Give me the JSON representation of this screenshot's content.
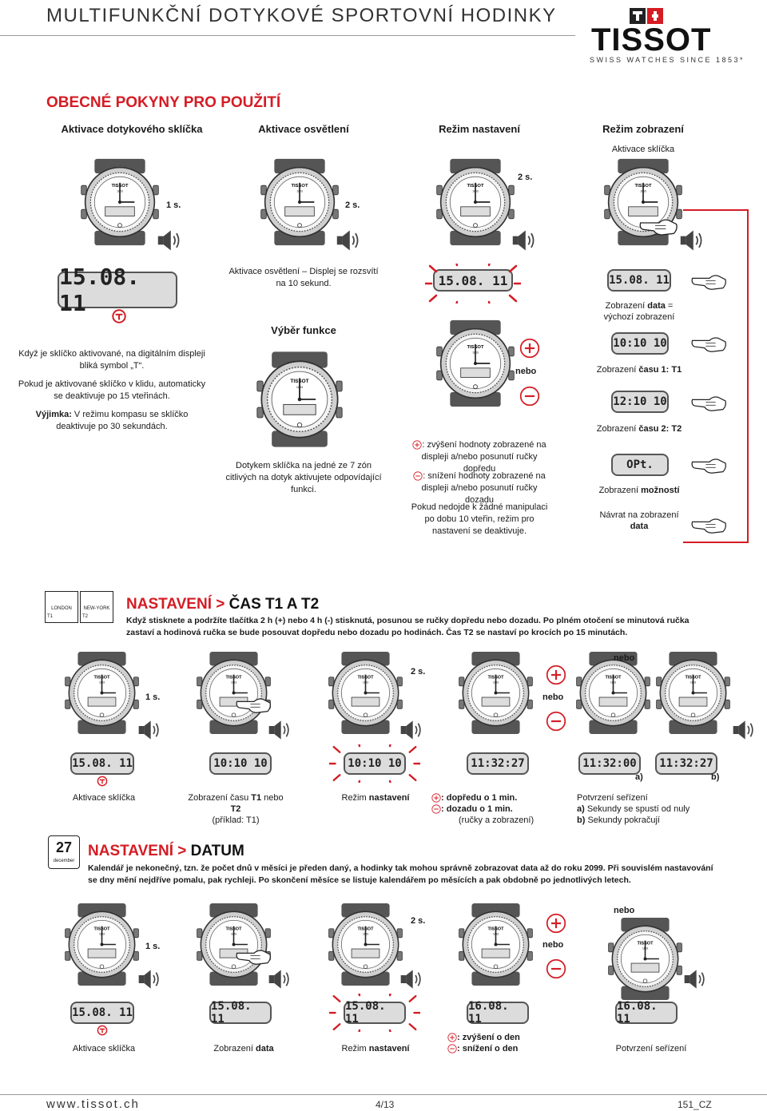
{
  "header": {
    "title": "MULTIFUNKČNÍ DOTYKOVÉ SPORTOVNÍ HODINKY",
    "logo_text": "TISSOT",
    "logo_tagline": "SWISS WATCHES SINCE 1853*"
  },
  "general": {
    "title": "OBECNÉ POKYNY PRO POUŽITÍ",
    "col1": "Aktivace dotykového sklíčka",
    "col2": "Aktivace osvětlení",
    "col3": "Režim nastavení",
    "col4": "Režim zobrazení",
    "col4_sub": "Aktivace sklíčka",
    "dur1": "1 s.",
    "dur2": "2 s.",
    "dur3": "2 s.",
    "lcd_date": "15.08. 11",
    "text1_a": "Když je sklíčko aktivované, na digitálním displeji bliká symbol „T“.",
    "text1_b": "Pokud je aktivované sklíčko v klidu, automaticky se deaktivuje po 15 vteřinách.",
    "text1_c_bold": "Výjimka:",
    "text1_c": " V režimu kompasu se sklíčko deaktivuje po 30 sekundách.",
    "light_text": "Aktivace osvětlení – Displej se rozsvítí na 10 sekund.",
    "func_title": "Výběr funkce",
    "func_text": "Dotykem sklíčka na jedné ze 7 zón citlivých na dotyk aktivujete odpovídající funkci.",
    "nebo": "nebo",
    "plus_text": ": zvýšení hodnoty zobrazené na displeji a/nebo posunutí ručky dopředu",
    "minus_text": ": snížení hodnoty zobrazené na displeji a/nebo posunutí ručky dozadu",
    "timeout_text": "Pokud nedojde k žádné manipulaci po dobu 10 vteřin, režim pro nastavení se deaktivuje.",
    "disp_date_a": "Zobrazení ",
    "disp_date_b": "data",
    "disp_date_c": " = výchozí zobrazení",
    "lcd_t1": "10:10 10",
    "disp_t1_a": "Zobrazení ",
    "disp_t1_b": "času 1: T1",
    "lcd_t2": "12:10 10",
    "disp_t2_a": "Zobrazení ",
    "disp_t2_b": "času 2: T2",
    "lcd_opt": "OPt.",
    "disp_opt_a": "Zobrazení ",
    "disp_opt_b": "možností",
    "return_a": "Návrat na zobrazení ",
    "return_b": "data"
  },
  "time": {
    "icon_london": "LONDON",
    "icon_ny": "NEW-YORK",
    "icon_t1": "T1",
    "icon_t2": "T2",
    "title_a": "NASTAVENÍ > ",
    "title_b": "ČAS T1 A T2",
    "text_a": "Když stisknete a podržíte tlačítka 2 h (+) nebo 4 h (-) stisknutá, posunou se ručky dopředu nebo dozadu.",
    "text_b": " Po plném otočení se minutová ručka zastaví a hodinová ručka se bude posouvat dopředu nebo dozadu po hodinách. Čas T2 se nastaví po krocích po 15 minutách.",
    "dur1": "1 s.",
    "dur2": "2 s.",
    "nebo1": "nebo",
    "nebo2": "nebo",
    "lcd1": "15.08. 11",
    "lcd2": "10:10 10",
    "lcd3": "10:10 10",
    "lcd4": "11:32:27",
    "lcd5": "11:32:00",
    "lcd6": "11:32:27",
    "label_a": "a)",
    "label_b": "b)",
    "cap1": "Aktivace sklíčka",
    "cap2_a": "Zobrazení času ",
    "cap2_b": "T1",
    "cap2_c": " nebo ",
    "cap2_d": "T2",
    "cap2_e": "(příklad: T1)",
    "cap3_a": "Režim ",
    "cap3_b": "nastavení",
    "cap4_plus": ": dopředu o 1 min.",
    "cap4_minus": ": dozadu o 1 min.",
    "cap4_note": "(ručky a zobrazení)",
    "cap5_title": "Potvrzení seřízení",
    "cap5_a": "a)",
    "cap5_a_text": " Sekundy se spustí od nuly",
    "cap5_b": "b)",
    "cap5_b_text": " Sekundy pokračují"
  },
  "date": {
    "cal_day": "27",
    "cal_month": "december",
    "title_a": "NASTAVENÍ > ",
    "title_b": "DATUM",
    "text_a": "Kalendář je nekonečný, tzn. že počet dnů v měsíci je předen daný, a hodinky tak mohou správně zobrazovat data až do roku 2099.",
    "text_b": " Při souvislém nastavování se dny mění nejdříve pomalu, pak rychleji. Po skončení měsíce se listuje kalendářem po měsících a pak obdobně po jednotlivých letech.",
    "dur1": "1 s.",
    "dur2": "2 s.",
    "nebo1": "nebo",
    "nebo2": "nebo",
    "lcd1": "15.08. 11",
    "lcd2": "15.08. 11",
    "lcd3": "15.08. 11",
    "lcd4": "16.08. 11",
    "lcd5": "16.08. 11",
    "cap1": "Aktivace sklíčka",
    "cap2_a": "Zobrazení ",
    "cap2_b": "data",
    "cap3_a": "Režim ",
    "cap3_b": "nastavení",
    "cap4_plus": ": zvýšení o den",
    "cap4_minus": ": snížení o den",
    "cap5": "Potvrzení seřízení"
  },
  "footer": {
    "url": "www.tissot.ch",
    "page": "4/13",
    "code": "151_CZ"
  },
  "watch": {
    "brand": "TISSOT",
    "year": "1853"
  },
  "colors": {
    "accent_red": "#d51c24",
    "lcd_bg": "#dcdcdc"
  }
}
